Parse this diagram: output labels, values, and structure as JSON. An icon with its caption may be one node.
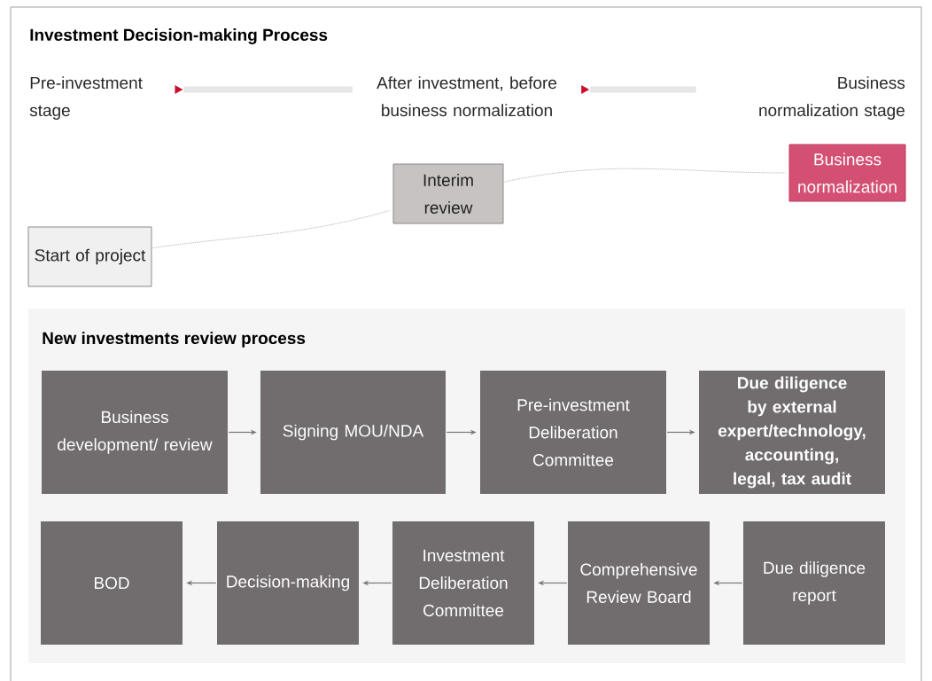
{
  "diagram": {
    "title": "Investment Decision-making Process",
    "nodes": [
      {
        "text": [
          "Pre-investment stage"
        ]
      },
      {
        "text": [
          "After investment, before business normalization"
        ]
      },
      {
        "text": [
          "Business normalization stage"
        ]
      },
      {
        "text": [
          "Start of project"
        ]
      },
      {
        "text": [
          "Interim review"
        ]
      },
      {
        "text": [
          "Business normalization"
        ]
      },
      {
        "text": [
          "New investments review process"
        ]
      },
      {
        "text": [
          "Business development/ review"
        ],
        "in": 6
      },
      {
        "text": [
          "Signing MOU/NDA"
        ],
        "in": 6
      },
      {
        "text": [
          "Pre-investment Deliberation Committee"
        ],
        "in": 6
      },
      {
        "text": [
          "Due diligence by external expert/technology, accounting, legal, tax audit"
        ],
        "in": 6
      },
      {
        "text": [
          "BOD"
        ],
        "in": 6
      },
      {
        "text": [
          "Decision-making"
        ],
        "in": 6
      },
      {
        "text": [
          "Investment Deliberation Committee"
        ],
        "in": 6
      },
      {
        "text": [
          "Comprehensive Review Board"
        ],
        "in": 6
      },
      {
        "text": [
          "Due diligence report"
        ],
        "in": 6
      }
    ],
    "edges": [
      {
        "from": 0,
        "to": 1,
        "arrow": "to",
        "style": "thick",
        "color": "#e6e6e6"
      },
      {
        "from": 1,
        "to": 2,
        "arrow": "to",
        "style": "thick",
        "color": "#e6e6e6"
      },
      {
        "from": 3,
        "to": 4,
        "arrow": "none",
        "style": "dashed"
      },
      {
        "from": 4,
        "to": 5,
        "arrow": "none",
        "style": "dashed"
      },
      {
        "from": 7,
        "to": 8,
        "arrow": "to"
      },
      {
        "from": 8,
        "to": 9,
        "arrow": "to"
      },
      {
        "from": 9,
        "to": 10,
        "arrow": "to"
      },
      {
        "from": 15,
        "to": 14,
        "arrow": "to"
      },
      {
        "from": 14,
        "to": 13,
        "arrow": "to"
      },
      {
        "from": 13,
        "to": 12,
        "arrow": "to"
      },
      {
        "from": 12,
        "to": 11,
        "arrow": "to"
      }
    ]
  }
}
